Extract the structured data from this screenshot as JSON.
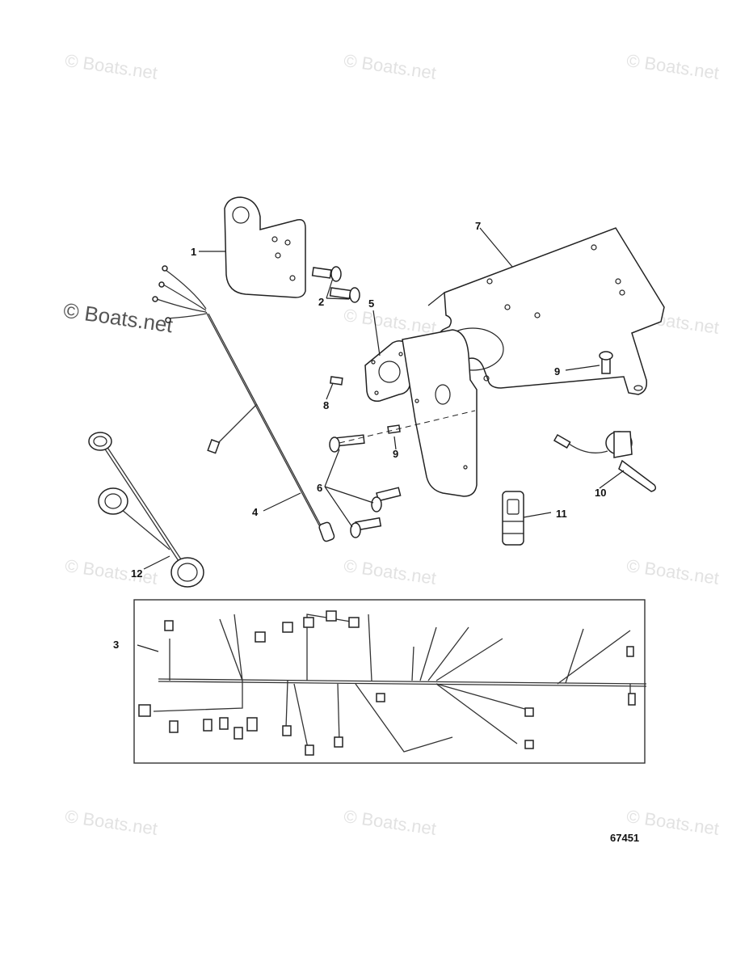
{
  "watermark": "© Boats.net",
  "figure_number": "67451",
  "callouts": [
    "1",
    "2",
    "3",
    "4",
    "5",
    "6",
    "7",
    "8",
    "9",
    "9",
    "10",
    "11",
    "12"
  ],
  "colors": {
    "line": "#222222",
    "watermark": "#e2e2e2",
    "background": "#ffffff"
  }
}
